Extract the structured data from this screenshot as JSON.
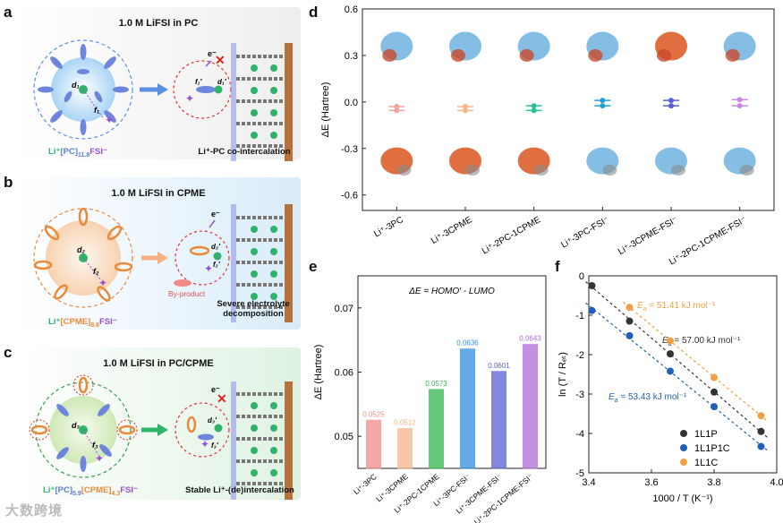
{
  "panels": {
    "a": {
      "letter": "a",
      "title": "1.0 M LiFSI in PC",
      "caption": "Li⁺-PC co-intercalation",
      "formula": {
        "li": "Li⁺",
        "solv": "[PC]",
        "sub": "11.8",
        "anion": "FSI⁻"
      },
      "labels": {
        "d": "d₁",
        "f": "f₁",
        "d2": "d₁′",
        "f2": "f₁′",
        "e": "e⁻"
      }
    },
    "b": {
      "letter": "b",
      "title": "1.0 M LiFSI in CPME",
      "caption_line1": "Severe electrolyte",
      "caption_line2": "decomposition",
      "byproduct": "By-product",
      "formula": {
        "li": "Li⁺",
        "solv": "[CPME]",
        "sub": "8.6",
        "anion": "FSI⁻"
      },
      "labels": {
        "d": "d₂",
        "f": "f₂",
        "d2": "d₂′",
        "f2": "f₂′",
        "e": "e⁻"
      }
    },
    "c": {
      "letter": "c",
      "title": "1.0 M LiFSI in PC/CPME",
      "caption": "Stable Li⁺-(de)intercalation",
      "formula": {
        "li": "Li⁺",
        "solv1": "[PC]",
        "sub1": "5.9",
        "solv2": "[CPME]",
        "sub2": "4.3",
        "anion": "FSI⁻"
      },
      "labels": {
        "d": "d₃",
        "f": "f₃",
        "d2": "d₃′",
        "f2": "f₃′",
        "e": "e⁻"
      }
    },
    "d": {
      "letter": "d"
    },
    "e": {
      "letter": "e"
    },
    "f": {
      "letter": "f"
    }
  },
  "colors": {
    "pc_blue": "#5b7fd6",
    "cpme_orange": "#e88a3a",
    "li_green": "#2fb26a",
    "fsi_purple": "#9b4fd6",
    "red_x": "#e02020"
  },
  "watermark": "大数跨境",
  "chart_data": [
    {
      "type": "scatter",
      "panel": "d",
      "ylabel": "ΔE (Hartree)",
      "ylim": [
        -0.7,
        0.6
      ],
      "yticks": [
        -0.6,
        -0.3,
        0.0,
        0.3,
        0.6
      ],
      "categories": [
        "Li⁺-3PC",
        "Li⁺-3CPME",
        "Li⁺-2PC-1CPME",
        "Li⁺-3PC-FSI⁻",
        "Li⁺-3CPME-FSI⁻",
        "Li⁺-2PC-1CPME-FSI⁻"
      ],
      "level_pairs": [
        {
          "upper": -0.03,
          "lower": -0.055,
          "color": "#f2a39a"
        },
        {
          "upper": -0.03,
          "lower": -0.055,
          "color": "#f5b48a"
        },
        {
          "upper": -0.025,
          "lower": -0.055,
          "color": "#27c29a"
        },
        {
          "upper": 0.01,
          "lower": -0.025,
          "color": "#1f9fd8"
        },
        {
          "upper": 0.01,
          "lower": -0.025,
          "color": "#5b5fd6"
        },
        {
          "upper": 0.015,
          "lower": -0.025,
          "color": "#c98ae6"
        }
      ]
    },
    {
      "type": "bar",
      "panel": "e",
      "annotation": "ΔE = HOMO′ - LUMO",
      "ylabel": "ΔE (Hartree)",
      "ylim": [
        0.045,
        0.075
      ],
      "yticks": [
        0.05,
        0.06,
        0.07
      ],
      "categories": [
        "Li⁺-3PC",
        "Li⁺-3CPME",
        "Li⁺-2PC-1CPME",
        "Li⁺-3PC-FSI⁻",
        "Li⁺-3CPME-FSI⁻",
        "Li⁺-2PC-1CPME-FSI⁻"
      ],
      "values": [
        0.0525,
        0.0512,
        0.0573,
        0.0636,
        0.0601,
        0.0643
      ],
      "value_labels": [
        "0.0525",
        "0.0512",
        "0.0573",
        "0.0636",
        "0.0601",
        "0.0643"
      ],
      "colors": [
        "#f08a8a",
        "#f5b48a",
        "#33b84a",
        "#2f8fe0",
        "#5b5fd6",
        "#b06ad6"
      ]
    },
    {
      "type": "line",
      "panel": "f",
      "xlabel": "1000 / T (K⁻¹)",
      "ylabel": "ln (T / Rₑₜ)",
      "xlim": [
        3.4,
        4.0
      ],
      "ylim": [
        -5,
        0
      ],
      "xticks": [
        3.4,
        3.6,
        3.8,
        4.0
      ],
      "yticks": [
        0,
        -1,
        -2,
        -3,
        -4,
        -5
      ],
      "series": [
        {
          "name": "1L1P",
          "color": "#333333",
          "x": [
            3.41,
            3.53,
            3.66,
            3.8,
            3.95
          ],
          "y": [
            -0.25,
            -1.15,
            -1.98,
            -2.95,
            -3.95
          ],
          "ea": "57.00 kJ mol⁻¹"
        },
        {
          "name": "1L1P1C",
          "color": "#1f5fb8",
          "x": [
            3.41,
            3.53,
            3.66,
            3.8,
            3.95
          ],
          "y": [
            -0.88,
            -1.52,
            -2.42,
            -3.32,
            -4.33
          ],
          "ea": "53.43 kJ mol⁻¹"
        },
        {
          "name": "1L1C",
          "color": "#f0a040",
          "x": [
            3.53,
            3.66,
            3.8,
            3.95
          ],
          "y": [
            -0.8,
            -1.65,
            -2.58,
            -3.55
          ],
          "ea": "51.41 kJ mol⁻¹"
        }
      ],
      "ea_prefix": "E",
      "ea_sub": "a",
      "legend_position": "bottom-right"
    }
  ]
}
